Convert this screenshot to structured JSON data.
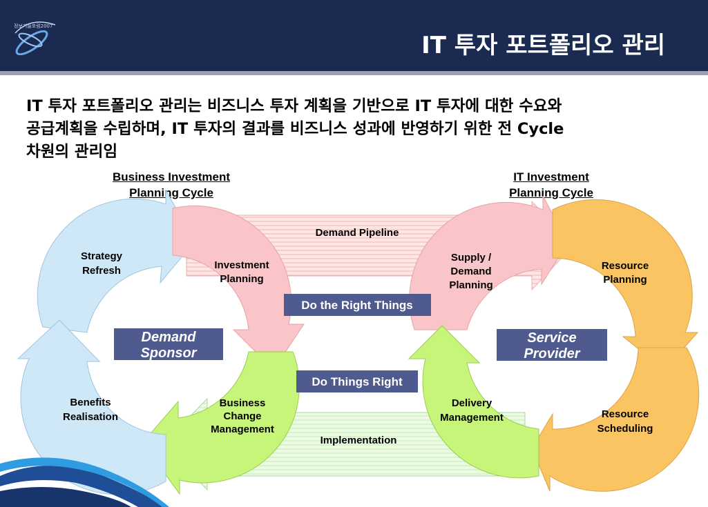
{
  "header": {
    "title": "IT 투자 포트폴리오 관리",
    "logo_icon": "ring-orbit-logo-icon",
    "logo_text": "정보기술포럼2007"
  },
  "intro": {
    "line1": "IT 투자 포트폴리오 관리는 비즈니스 투자 계획을 기반으로 IT 투자에 대한 수요와",
    "line2": "공급계획을 수립하며, IT 투자의 결과를 비즈니스 성과에 반영하기 위한 전 Cycle",
    "line3": "차원의 관리임"
  },
  "left_cycle": {
    "title_line1": "Business Investment",
    "title_line2": "Planning Cycle",
    "center_line1": "Demand",
    "center_line2": "Sponsor",
    "strategy_line1": "Strategy",
    "strategy_line2": "Refresh",
    "investment_line1": "Investment",
    "investment_line2": "Planning",
    "change_line1": "Business",
    "change_line2": "Change",
    "change_line3": "Management",
    "benefits_line1": "Benefits",
    "benefits_line2": "Realisation"
  },
  "right_cycle": {
    "title_line1": "IT Investment",
    "title_line2": "Planning Cycle",
    "center_line1": "Service",
    "center_line2": "Provider",
    "supply_line1": "Supply /",
    "supply_line2": "Demand",
    "supply_line3": "Planning",
    "resource_planning_line1": "Resource",
    "resource_planning_line2": "Planning",
    "resource_scheduling_line1": "Resource",
    "resource_scheduling_line2": "Scheduling",
    "delivery_line1": "Delivery",
    "delivery_line2": "Management"
  },
  "bridge": {
    "demand_pipeline": "Demand Pipeline",
    "do_right_things": "Do the Right Things",
    "do_things_right": "Do Things Right",
    "implementation": "Implementation"
  },
  "colors": {
    "header_bg": "#1b2a50",
    "label_box": "#4f5a8e",
    "blue_segment": "#cfe8f8",
    "pink_segment": "#f9c5c8",
    "green_segment": "#c7f57a",
    "orange_segment": "#f9c461"
  }
}
